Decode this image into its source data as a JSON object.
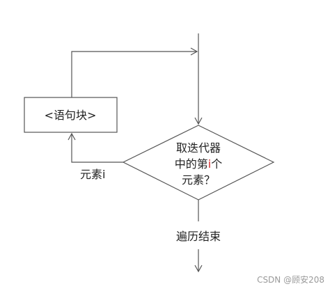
{
  "block": {
    "label": "<语句块>"
  },
  "decision": {
    "line1": "取迭代器",
    "line2_prefix": "中的第",
    "line2_highlight": "i",
    "line2_suffix": "个",
    "line3": "元素？"
  },
  "edge_label": "元素i",
  "end_label": "遍历结束",
  "watermark": "CSDN @顾安208",
  "colors": {
    "line": "#555555",
    "text": "#222222",
    "highlight": "#d62a2a",
    "watermark": "#9a9a9a"
  }
}
